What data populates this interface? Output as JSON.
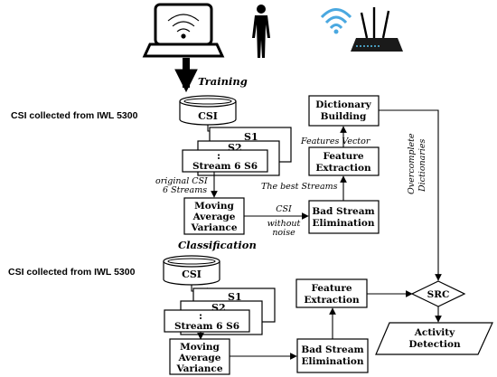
{
  "icons": {
    "laptop": "laptop-wifi-icon",
    "person": "person-icon",
    "router": "wifi-router-icon"
  },
  "training": {
    "title": "Training",
    "csi_source": "CSI collected from IWL 5300",
    "csi_db": "CSI",
    "streams": {
      "s1": "S1",
      "s2": "S2",
      "colon": ":",
      "last": "Stream 6  S6"
    },
    "edge_original": [
      "original CSI",
      "6 Streams"
    ],
    "moving_avg": [
      "Moving",
      "Average",
      "Variance"
    ],
    "edge_csi": [
      "CSI",
      "without",
      "noise"
    ],
    "bad_stream": [
      "Bad Stream",
      "Elimination"
    ],
    "edge_best": "The best Streams",
    "feature_extraction": [
      "Feature",
      "Extraction"
    ],
    "edge_features": "Features Vector",
    "dictionary": [
      "Dictionary",
      "Building"
    ],
    "edge_overcomplete": [
      "Overcomplete",
      "Dictionaries"
    ]
  },
  "classification": {
    "title": "Classification",
    "csi_source": "CSI collected from IWL 5300",
    "csi_db": "CSI",
    "streams": {
      "s1": "S1",
      "s2": "S2",
      "colon": ":",
      "last": "Stream 6  S6"
    },
    "moving_avg": [
      "Moving",
      "Average",
      "Variance"
    ],
    "bad_stream": [
      "Bad Stream",
      "Elimination"
    ],
    "feature_extraction": [
      "Feature",
      "Extraction"
    ],
    "src": "SRC",
    "activity": [
      "Activity",
      "Detection"
    ]
  }
}
